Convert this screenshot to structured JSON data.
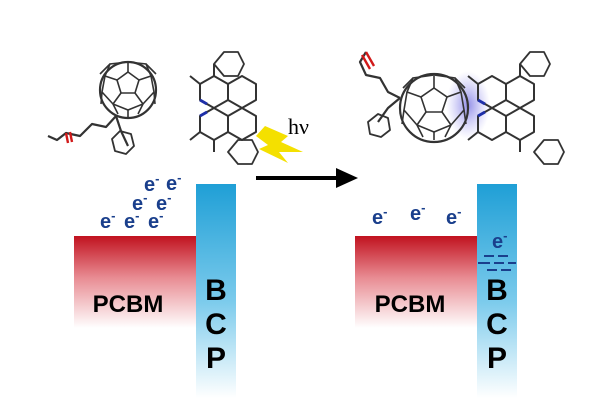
{
  "colors": {
    "pcbm_top": "#c1121f",
    "pcbm_mid": "#e88b92",
    "bcp_top": "#1f9fd6",
    "bcp_bottom": "#d9f1fb",
    "electron": "#1a3f8c",
    "bolt": "#f4e000",
    "arrow": "#000000",
    "molecule": "#333333",
    "nitrogen": "#1e2fa8",
    "oxygen": "#d11a1a",
    "interaction": "#7b78e6"
  },
  "before": {
    "pcbm_label": "PCBM",
    "bcp_letters": [
      "B",
      "C",
      "P"
    ],
    "electron_label": "e"
  },
  "after": {
    "pcbm_label": "PCBM",
    "bcp_letters": [
      "B",
      "C",
      "P"
    ],
    "electron_label": "e"
  },
  "light": {
    "label": "hν"
  }
}
